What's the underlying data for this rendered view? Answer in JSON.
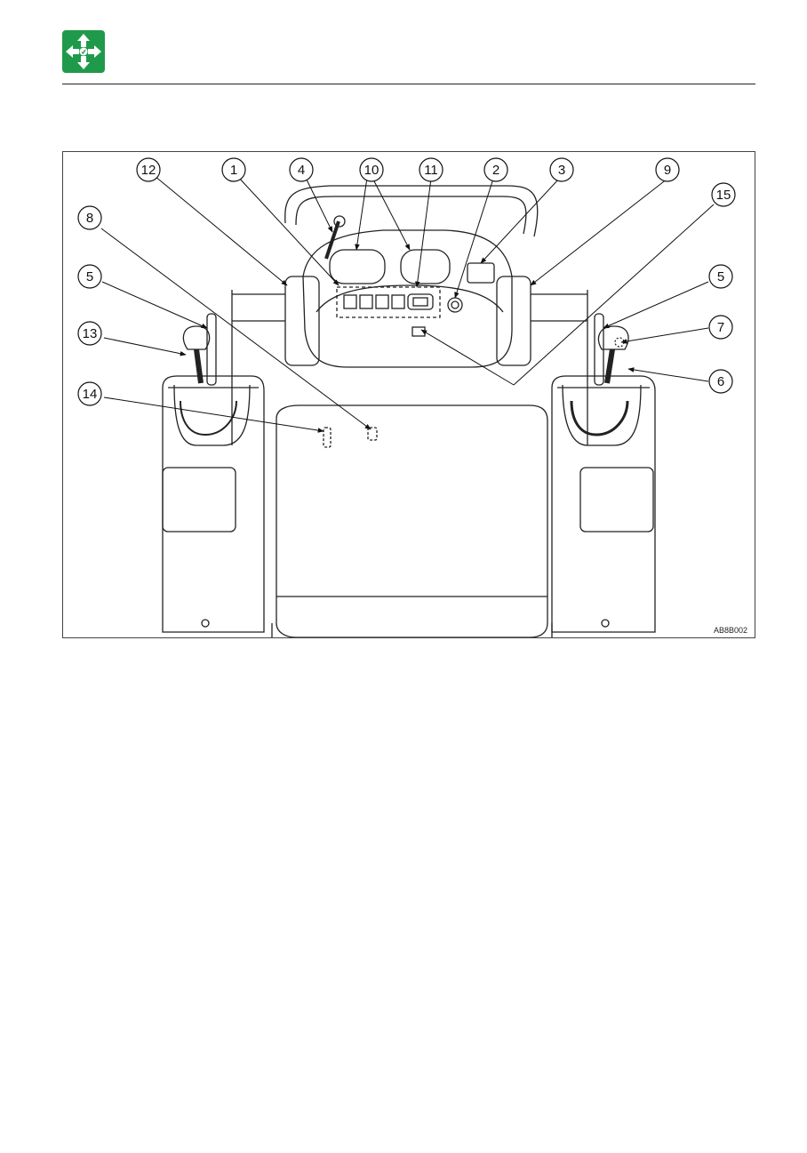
{
  "figure": {
    "id_code": "AB8B002",
    "callouts": [
      "12",
      "1",
      "4",
      "10",
      "11",
      "2",
      "3",
      "9",
      "15",
      "8",
      "5",
      "13",
      "14",
      "5",
      "7",
      "6"
    ]
  },
  "colors": {
    "section_icon": "#1f9a4a",
    "line": "#222222"
  },
  "icons": {
    "section_icon": "four-direction-arrows-icon"
  }
}
